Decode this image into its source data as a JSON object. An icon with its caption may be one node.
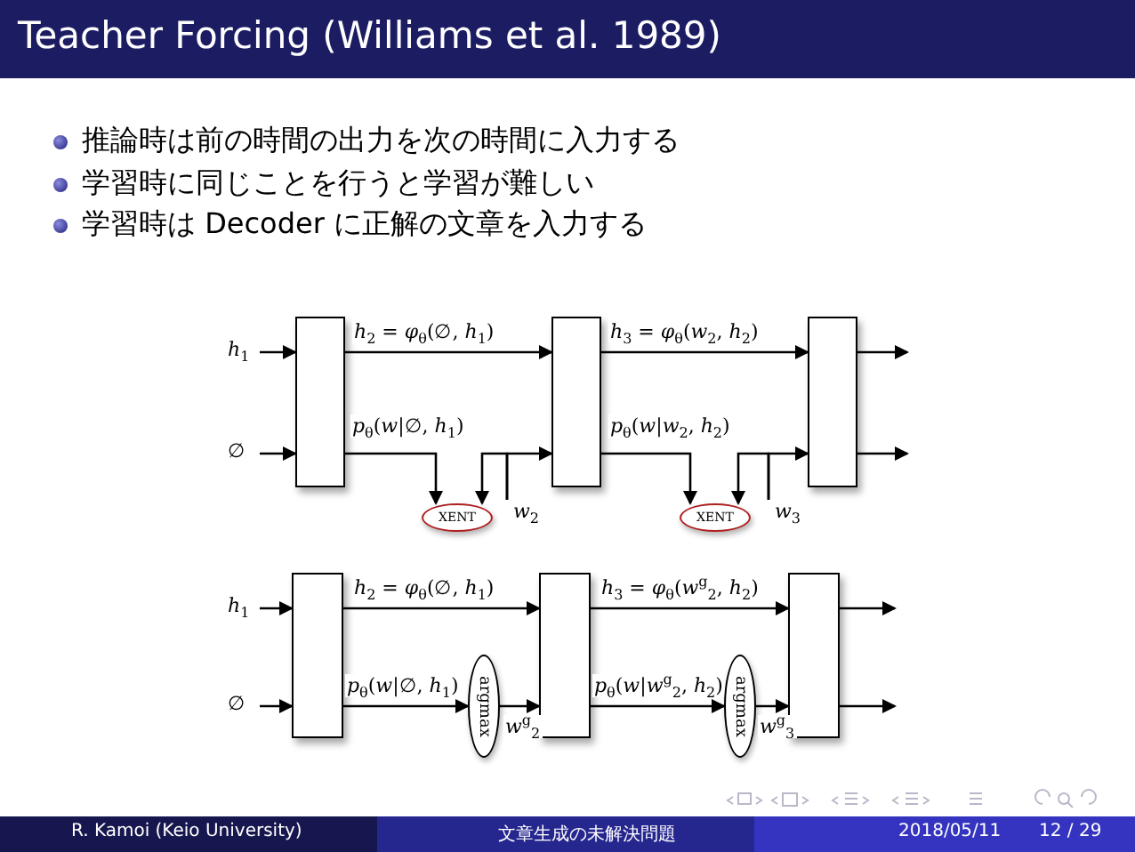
{
  "diagram": {
    "title": "Teacher Forcing (Williams et al. 1989)",
    "nodes": [
      {
        "text": [
          "*h*$_{1}$"
        ]
      },
      {
        "text": [
          "∅"
        ]
      },
      {
        "text": [],
        "shape": "box"
      },
      {
        "text": [],
        "shape": "box"
      },
      {
        "text": [],
        "shape": "box"
      },
      {
        "text": [
          "XENT"
        ]
      },
      {
        "text": [
          "*w*$_{2}$"
        ]
      },
      {
        "text": [
          "XENT"
        ]
      },
      {
        "text": [
          "*w*$_{3}$"
        ]
      },
      {
        "text": [
          "*h*$_{1}$"
        ]
      },
      {
        "text": [
          "∅"
        ]
      },
      {
        "text": [],
        "shape": "box"
      },
      {
        "text": [],
        "shape": "box"
      },
      {
        "text": [],
        "shape": "box"
      },
      {
        "text": [
          "argmax"
        ]
      },
      {
        "text": [
          "argmax"
        ]
      }
    ],
    "edges": [
      {
        "from": 0,
        "to": 2,
        "arrow": "to"
      },
      {
        "from": 1,
        "to": 2,
        "arrow": "to"
      },
      {
        "from": 2,
        "to": 3,
        "arrow": "to",
        "label": "*h*$_{2}$ = *φ*$_{θ}$(∅, *h*$_{1}$)"
      },
      {
        "from": 2,
        "to": 5,
        "arrow": "to",
        "label": "*p*$_{θ}$(*w*|∅, *h*$_{1}$)"
      },
      {
        "from": 6,
        "to": 5,
        "arrow": "to"
      },
      {
        "from": 6,
        "to": 3,
        "arrow": "to"
      },
      {
        "from": 3,
        "to": 4,
        "arrow": "to",
        "label": "*h*$_{3}$ = *φ*$_{θ}$(*w*$_{2}$, *h*$_{2}$)"
      },
      {
        "from": 3,
        "to": 7,
        "arrow": "to",
        "label": "*p*$_{θ}$(*w*|*w*$_{2}$, *h*$_{2}$)"
      },
      {
        "from": 8,
        "to": 7,
        "arrow": "to"
      },
      {
        "from": 8,
        "to": 4,
        "arrow": "to"
      },
      {
        "from": 4,
        "to": null,
        "arrow": "to"
      },
      {
        "from": 4,
        "to": null,
        "arrow": "to"
      },
      {
        "from": 9,
        "to": 11,
        "arrow": "to"
      },
      {
        "from": 10,
        "to": 11,
        "arrow": "to"
      },
      {
        "from": 11,
        "to": 12,
        "arrow": "to",
        "label": "*h*$_{2}$ = *φ*$_{θ}$(∅, *h*$_{1}$)"
      },
      {
        "from": 11,
        "to": 14,
        "arrow": "to",
        "label": "*p*$_{θ}$(*w*|∅, *h*$_{1}$)"
      },
      {
        "from": 14,
        "to": 12,
        "arrow": "to",
        "label": "*w*$^{g}$$_{2}$"
      },
      {
        "from": 12,
        "to": 13,
        "arrow": "to",
        "label": "*h*$_{3}$ = *φ*$_{θ}$(*w*$^{g}$$_{2}$, *h*$_{2}$)"
      },
      {
        "from": 12,
        "to": 15,
        "arrow": "to",
        "label": "*p*$_{θ}$(*w*|*w*$^{g}$$_{2}$, *h*$_{2}$)"
      },
      {
        "from": 15,
        "to": 13,
        "arrow": "to",
        "label": "*w*$^{g}$$_{3}$"
      },
      {
        "from": 13,
        "to": null,
        "arrow": "to"
      },
      {
        "from": 13,
        "to": null,
        "arrow": "to"
      }
    ],
    "labels": [
      "推論時は前の時間の出力を次の時間に入力する",
      "学習時に同じことを行うと学習が難しい",
      "学習時は Decoder に正解の文章を入力する",
      "R. Kamoi (Keio University)",
      "文章生成の未解決問題",
      "2018/05/11",
      "12 / 29"
    ]
  }
}
